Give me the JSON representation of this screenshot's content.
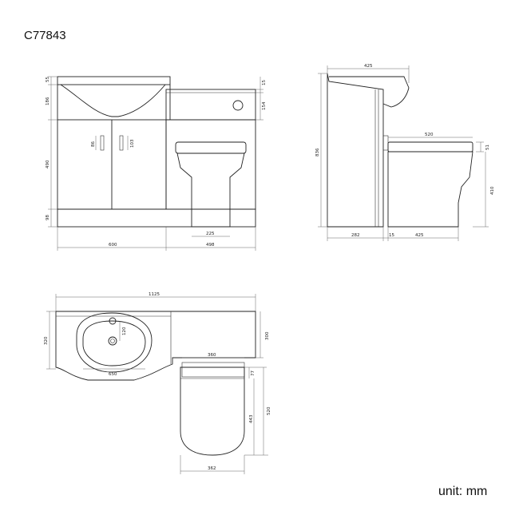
{
  "header": {
    "product_code": "C77843"
  },
  "footer": {
    "unit_label": "unit: mm"
  },
  "dimensions": {
    "front": {
      "basin_top": "55",
      "basin_bowl": "186",
      "cabinet_height": "490",
      "plinth": "98",
      "handle_left": "86",
      "handle_right": "103",
      "cistern_top": "15",
      "cistern_height": "154",
      "toilet_base": "225",
      "vanity_width": "600",
      "wc_unit_width": "498"
    },
    "side": {
      "total_depth": "425",
      "total_height": "836",
      "pan_projection": "520",
      "seat_thickness": "51",
      "pan_height": "410",
      "cabinet_depth": "282",
      "gap": "15",
      "pan_depth": "425"
    },
    "top": {
      "overall_width": "1125",
      "basin_depth": "320",
      "tap_hole_offset": "120",
      "bowl_width": "650",
      "wc_depth": "300",
      "seat_width": "360",
      "seat_offset": "77",
      "pan_length": "443",
      "total_pan_projection": "520",
      "pan_width": "362"
    }
  }
}
